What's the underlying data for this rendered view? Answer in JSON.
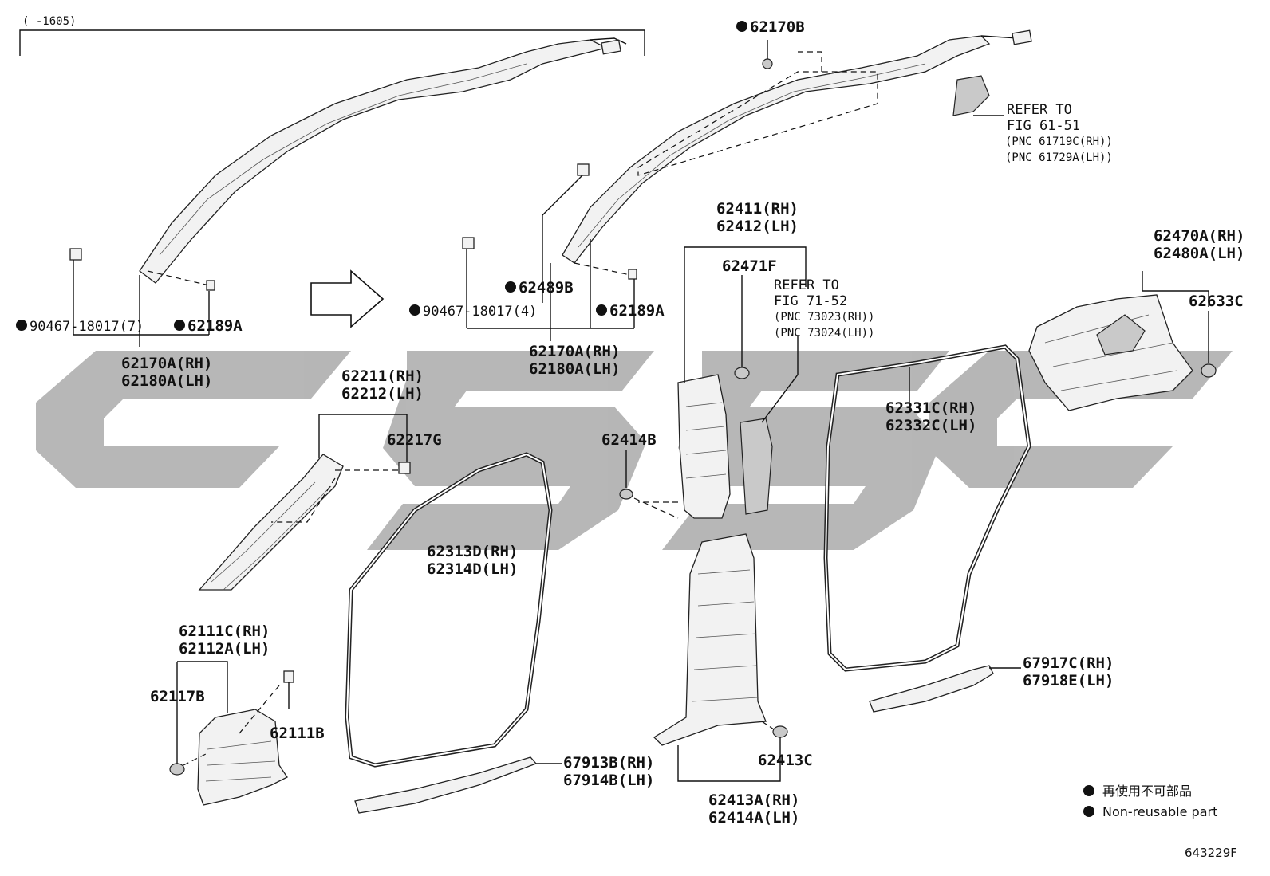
{
  "watermark": {
    "color": "#b3b3b3"
  },
  "date_bracket": {
    "label": "(    -1605)"
  },
  "arrow": {
    "icon": "right-arrow-icon"
  },
  "labels": {
    "l_62170B": "62170B",
    "l_refer61_1": "REFER TO",
    "l_refer61_2": "FIG 61-51",
    "l_refer61_3": "(PNC 61719C(RH))",
    "l_refer61_4": "(PNC 61729A(LH))",
    "l_90467_7": "90467-18017(7)",
    "l_62189A_1": "62189A",
    "l_62170A_1": "62170A(RH)",
    "l_62180A_1": "62180A(LH)",
    "l_62489B": "62489B",
    "l_90467_4": "90467-18017(4)",
    "l_62189A_2": "62189A",
    "l_62170A_2": "62170A(RH)",
    "l_62180A_2": "62180A(LH)",
    "l_62411": "62411(RH)",
    "l_62412": "62412(LH)",
    "l_62471F": "62471F",
    "l_refer71_1": "REFER TO",
    "l_refer71_2": "FIG 71-52",
    "l_refer71_3": "(PNC 73023(RH))",
    "l_refer71_4": "(PNC 73024(LH))",
    "l_62470A": "62470A(RH)",
    "l_62480A": "62480A(LH)",
    "l_62633C": "62633C",
    "l_62211": "62211(RH)",
    "l_62212": "62212(LH)",
    "l_62217G": "62217G",
    "l_62414B": "62414B",
    "l_62331C": "62331C(RH)",
    "l_62332C": "62332C(LH)",
    "l_62313D": "62313D(RH)",
    "l_62314D": "62314D(LH)",
    "l_62111C": "62111C(RH)",
    "l_62112A": "62112A(LH)",
    "l_62117B": "62117B",
    "l_62111B": "62111B",
    "l_67913B": "67913B(RH)",
    "l_67914B": "67914B(LH)",
    "l_62413C": "62413C",
    "l_62413A": "62413A(RH)",
    "l_62414A": "62414A(LH)",
    "l_67917C": "67917C(RH)",
    "l_67918E": "67918E(LH)"
  },
  "legend": {
    "ja": "再使用不可部品",
    "en": "Non-reusable part"
  },
  "figure_id": "643229F"
}
